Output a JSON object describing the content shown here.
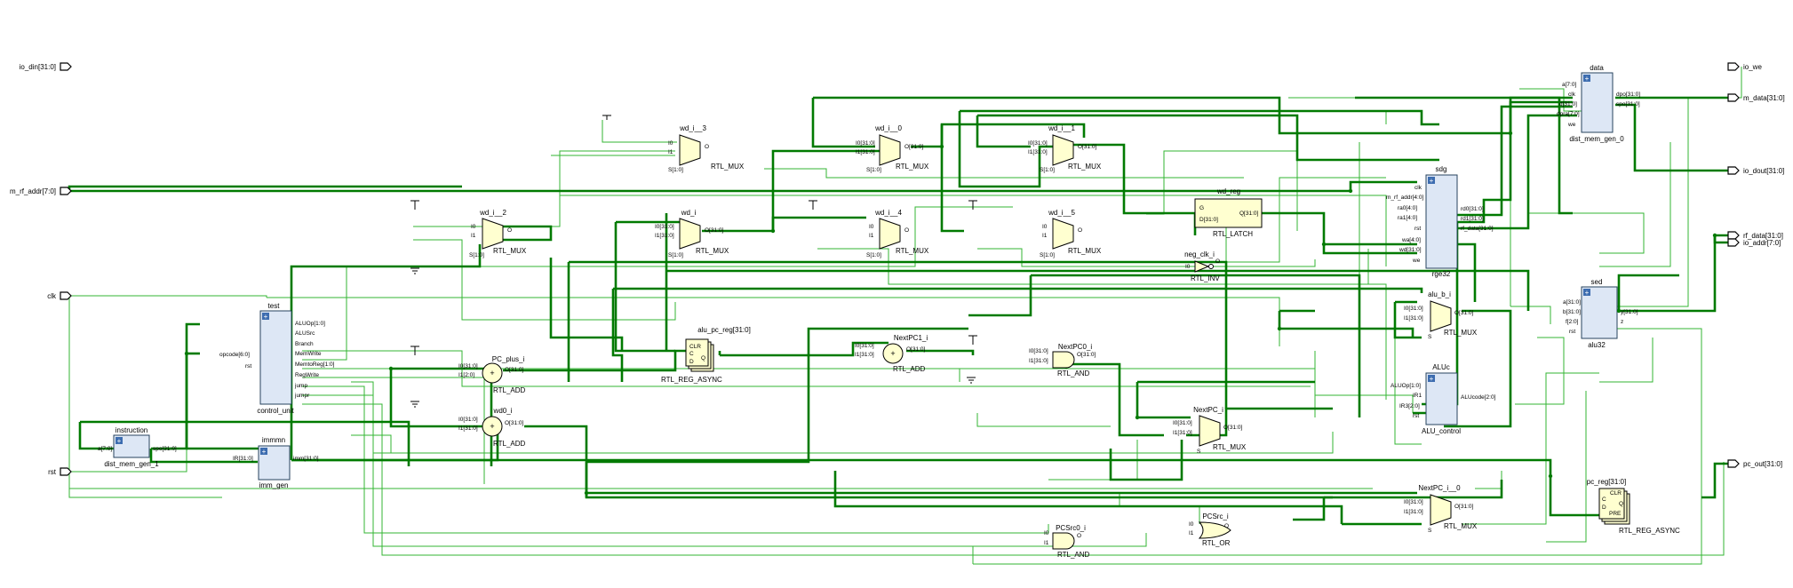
{
  "ports": {
    "io_din": "io_din[31:0]",
    "m_rf_addr": "m_rf_addr[7:0]",
    "clk": "clk",
    "rst": "rst",
    "io_we": "io_we",
    "m_data": "m_data[31:0]",
    "io_dout": "io_dout[31:0]",
    "rf_data": "rf_data[31:0]",
    "io_addr": "io_addr[7:0]",
    "pc_out": "pc_out[31:0]"
  },
  "blocks": {
    "instruction": {
      "name": "instruction",
      "type": "dist_mem_gen_1",
      "pins": [
        "a[7:0]",
        "spo[31:0]"
      ]
    },
    "test": {
      "name": "test",
      "type": "control_unit",
      "pins": [
        "opcode[6:0]",
        "rst",
        "ALUOp[1:0]",
        "ALUSrc",
        "Branch",
        "MemWrite",
        "MemtoReg[1:0]",
        "RegWrite",
        "jump",
        "jumpr"
      ]
    },
    "immmn": {
      "name": "immmn",
      "type": "imm_gen",
      "pins": [
        "IR[31:0]",
        "imm[31:0]"
      ]
    },
    "sdg": {
      "name": "sdg",
      "type": "rge32",
      "pins": [
        "clk",
        "m_rf_addr[4:0]",
        "ra0[4:0]",
        "ra1[4:0]",
        "rd0[31:0]",
        "rd1[31:0]",
        "rf_data[31:0]",
        "rst",
        "wa[4:0]",
        "wd[31:0]",
        "we"
      ]
    },
    "data": {
      "name": "data",
      "type": "dist_mem_gen_0",
      "pins": [
        "a[7:0]",
        "clk",
        "d[31:0]",
        "dpra[7:0]",
        "we",
        "dpo[31:0]",
        "spo[31:0]"
      ]
    },
    "sed": {
      "name": "sed",
      "type": "alu32",
      "pins": [
        "a[31:0]",
        "b[31:0]",
        "f[2:0]",
        "rst",
        "y[31:0]",
        "z"
      ]
    },
    "aluc": {
      "name": "ALUc",
      "type": "ALU_control",
      "pins": [
        "ALUOp[1:0]",
        "IR1",
        "IR3[2:0]",
        "rst",
        "ALUcode[2:0]"
      ]
    }
  },
  "prims": {
    "wd_i_3": {
      "name": "wd_i__3",
      "type": "RTL_MUX",
      "pins": [
        "I0",
        "I1",
        "S[1:0]",
        "O"
      ]
    },
    "wd_i_0": {
      "name": "wd_i__0",
      "type": "RTL_MUX",
      "pins": [
        "I0[31:0]",
        "I1[31:0]",
        "S[1:0]",
        "O[31:0]"
      ]
    },
    "wd_i_1": {
      "name": "wd_i__1",
      "type": "RTL_MUX",
      "pins": [
        "I0[31:0]",
        "I1[31:0]",
        "S[1:0]",
        "O[31:0]"
      ]
    },
    "wd_i_2": {
      "name": "wd_i__2",
      "type": "RTL_MUX",
      "pins": [
        "I0",
        "I1",
        "S[1:0]",
        "O"
      ]
    },
    "wd_i": {
      "name": "wd_i",
      "type": "RTL_MUX",
      "pins": [
        "I0[31:0]",
        "I1[31:0]",
        "S[1:0]",
        "O[31:0]"
      ]
    },
    "wd_i_4": {
      "name": "wd_i__4",
      "type": "RTL_MUX",
      "pins": [
        "I0",
        "I1",
        "S[1:0]",
        "O"
      ]
    },
    "wd_i_5": {
      "name": "wd_i__5",
      "type": "RTL_MUX",
      "pins": [
        "I0",
        "I1",
        "S[1:0]",
        "O"
      ]
    },
    "wd_reg": {
      "name": "wd_reg",
      "type": "RTL_LATCH",
      "pins": [
        "G",
        "D[31:0]",
        "Q[31:0]"
      ]
    },
    "neg_clk": {
      "name": "neg_clk_i",
      "type": "RTL_INV",
      "pins": [
        "I0",
        "O"
      ]
    },
    "alu_pc_reg": {
      "name": "alu_pc_reg[31:0]",
      "type": "RTL_REG_ASYNC",
      "pins": [
        "CLR",
        "C",
        "D",
        "Q"
      ]
    },
    "pc_plus": {
      "name": "PC_plus_i",
      "type": "RTL_ADD",
      "pins": [
        "I0[31:0]",
        "I1[2:0]",
        "O[31:0]"
      ]
    },
    "wd0": {
      "name": "wd0_i",
      "type": "RTL_ADD",
      "pins": [
        "I0[31:0]",
        "I1[31:0]",
        "O[31:0]"
      ]
    },
    "nextpc1": {
      "name": "NextPC1_i",
      "type": "RTL_ADD",
      "pins": [
        "I0[31:0]",
        "I1[31:0]",
        "O[31:0]"
      ]
    },
    "nextpc0": {
      "name": "NextPC0_i",
      "type": "RTL_AND",
      "pins": [
        "I0[31:0]",
        "I1[31:0]",
        "O[31:0]"
      ]
    },
    "nextpc_i": {
      "name": "NextPC_i",
      "type": "RTL_MUX",
      "pins": [
        "I0[31:0]",
        "I1[31:0]",
        "S",
        "O[31:0]"
      ]
    },
    "nextpc_i0": {
      "name": "NextPC_i__0",
      "type": "RTL_MUX",
      "pins": [
        "I0[31:0]",
        "I1[31:0]",
        "S",
        "O[31:0]"
      ]
    },
    "alu_b": {
      "name": "alu_b_i",
      "type": "RTL_MUX",
      "pins": [
        "I0[31:0]",
        "I1[31:0]",
        "S",
        "O[31:0]"
      ]
    },
    "pcsrc0": {
      "name": "PCSrc0_i",
      "type": "RTL_AND",
      "pins": [
        "I0",
        "I1",
        "O"
      ]
    },
    "pcsrc": {
      "name": "PCSrc_i",
      "type": "RTL_OR",
      "pins": [
        "I0",
        "I1",
        "O"
      ]
    },
    "pc_reg": {
      "name": "pc_reg[31:0]",
      "type": "RTL_REG_ASYNC",
      "pins": [
        "CLR",
        "C",
        "D",
        "PRE",
        "Q"
      ]
    }
  }
}
